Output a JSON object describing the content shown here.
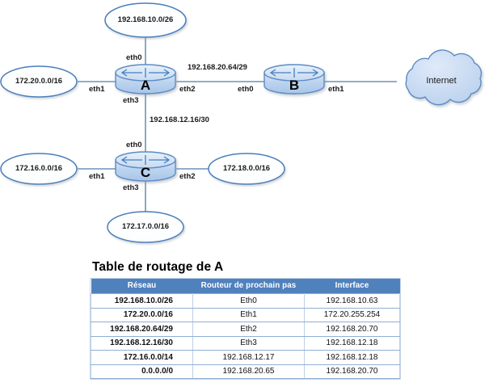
{
  "diagram": {
    "nodes": [
      {
        "id": "net-192-168-10-0-26",
        "kind": "network-oval",
        "label": "192.168.10.0/26"
      },
      {
        "id": "net-172-20-0-0-16",
        "kind": "network-oval",
        "label": "172.20.0.0/16"
      },
      {
        "id": "net-172-16-0-0-16",
        "kind": "network-oval",
        "label": "172.16.0.0/16"
      },
      {
        "id": "net-172-18-0-0-16",
        "kind": "network-oval",
        "label": "172.18.0.0/16"
      },
      {
        "id": "net-172-17-0-0-16",
        "kind": "network-oval",
        "label": "172.17.0.0/16"
      },
      {
        "id": "router-a",
        "kind": "router",
        "label": "A"
      },
      {
        "id": "router-b",
        "kind": "router",
        "label": "B"
      },
      {
        "id": "router-c",
        "kind": "router",
        "label": "C"
      },
      {
        "id": "internet-cloud",
        "kind": "cloud",
        "label": "Internet"
      }
    ],
    "link_labels": [
      {
        "id": "link-a-b",
        "label": "192.168.20.64/29"
      },
      {
        "id": "link-a-c",
        "label": "192.168.12.16/30"
      }
    ],
    "interfaces": {
      "a_eth0": "eth0",
      "a_eth1": "eth1",
      "a_eth2": "eth2",
      "a_eth3": "eth3",
      "b_eth0": "eth0",
      "b_eth1": "eth1",
      "c_eth0": "eth0",
      "c_eth1": "eth1",
      "c_eth2": "eth2",
      "c_eth3": "eth3"
    },
    "colors": {
      "link_line": "#6f92b8",
      "oval_stroke": "#4a7ebb",
      "oval_fill": "#ffffff",
      "router_fill": "#bcd3ee",
      "router_stroke": "#5b8cc4",
      "cloud_fill": "#c3d7f0",
      "cloud_stroke": "#5b8cc4"
    }
  },
  "routing_table": {
    "title": "Table de routage de A",
    "header_color": "#4f81bd",
    "columns": [
      "Réseau",
      "Routeur de prochain pas",
      "Interface"
    ],
    "rows": [
      {
        "network": "192.168.10.0/26",
        "next_hop": "Eth0",
        "interface": "192.168.10.63"
      },
      {
        "network": "172.20.0.0/16",
        "next_hop": "Eth1",
        "interface": "172.20.255.254"
      },
      {
        "network": "192.168.20.64/29",
        "next_hop": "Eth2",
        "interface": "192.168.20.70"
      },
      {
        "network": "192.168.12.16/30",
        "next_hop": "Eth3",
        "interface": "192.168.12.18"
      },
      {
        "network": "172.16.0.0/14",
        "next_hop": "192.168.12.17",
        "interface": "192.168.12.18"
      },
      {
        "network": "0.0.0.0/0",
        "next_hop": "192.168.20.65",
        "interface": "192.168.20.70"
      }
    ]
  }
}
